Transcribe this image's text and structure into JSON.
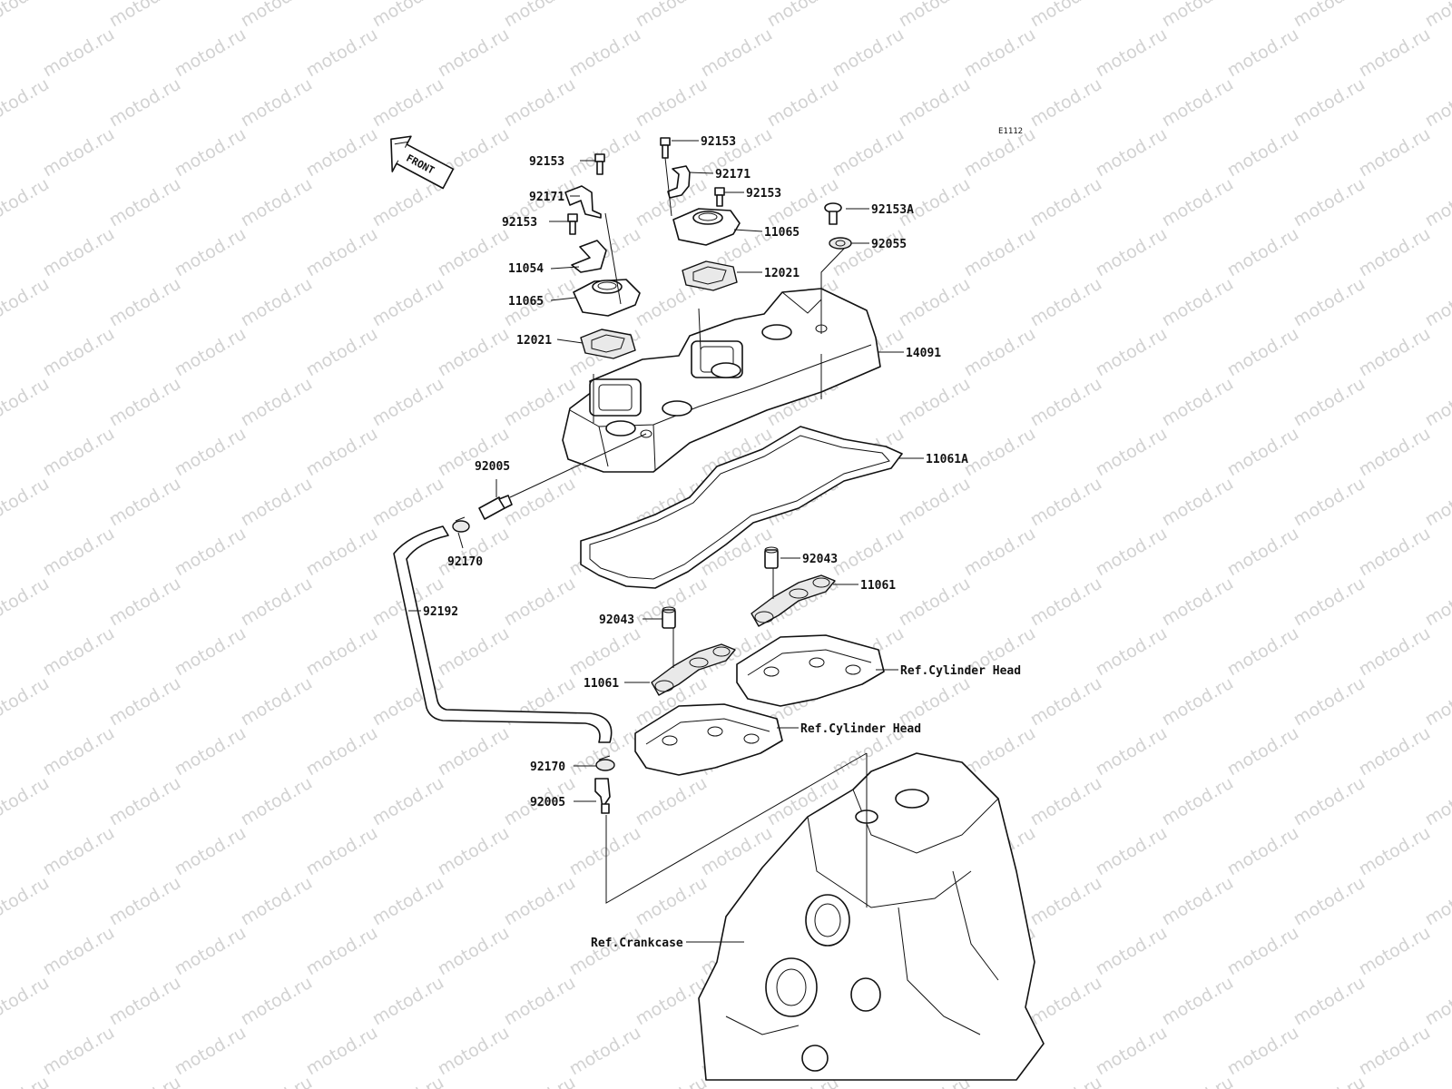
{
  "watermark": {
    "text": "motod.ru",
    "color": "#d2d2d2"
  },
  "diagram_code": "E1112",
  "front_arrow": {
    "text": "FRONT"
  },
  "labels": [
    {
      "id": "92153-a",
      "text": "92153"
    },
    {
      "id": "92153-b",
      "text": "92153"
    },
    {
      "id": "92153-c",
      "text": "92153"
    },
    {
      "id": "92153-d",
      "text": "92153"
    },
    {
      "id": "92171-a",
      "text": "92171"
    },
    {
      "id": "92171-b",
      "text": "92171"
    },
    {
      "id": "92153A",
      "text": "92153A"
    },
    {
      "id": "92055",
      "text": "92055"
    },
    {
      "id": "11065-a",
      "text": "11065"
    },
    {
      "id": "11065-b",
      "text": "11065"
    },
    {
      "id": "11054",
      "text": "11054"
    },
    {
      "id": "12021-a",
      "text": "12021"
    },
    {
      "id": "12021-b",
      "text": "12021"
    },
    {
      "id": "14091",
      "text": "14091"
    },
    {
      "id": "11061A",
      "text": "11061A"
    },
    {
      "id": "92005-a",
      "text": "92005"
    },
    {
      "id": "92005-b",
      "text": "92005"
    },
    {
      "id": "92170-a",
      "text": "92170"
    },
    {
      "id": "92170-b",
      "text": "92170"
    },
    {
      "id": "92192",
      "text": "92192"
    },
    {
      "id": "92043-a",
      "text": "92043"
    },
    {
      "id": "92043-b",
      "text": "92043"
    },
    {
      "id": "11061-a",
      "text": "11061"
    },
    {
      "id": "11061-b",
      "text": "11061"
    },
    {
      "id": "ref-cyl-a",
      "text": "Ref.Cylinder Head"
    },
    {
      "id": "ref-cyl-b",
      "text": "Ref.Cylinder Head"
    },
    {
      "id": "ref-crank",
      "text": "Ref.Crankcase"
    }
  ]
}
